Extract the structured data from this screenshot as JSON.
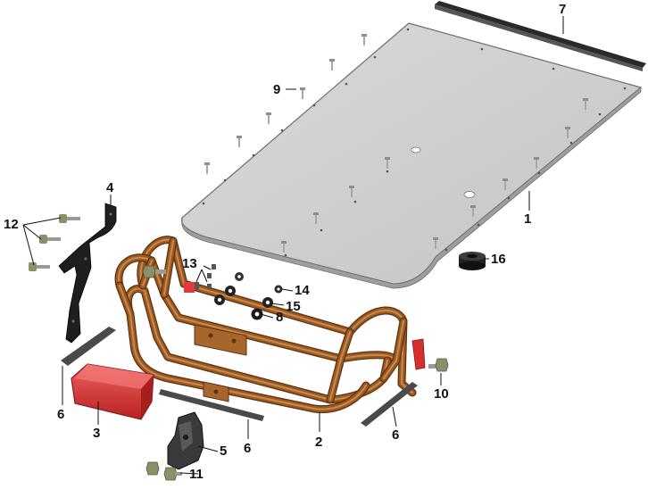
{
  "diagram": {
    "type": "exploded-parts-view",
    "callouts": [
      {
        "id": "c1",
        "label": "1"
      },
      {
        "id": "c2",
        "label": "2"
      },
      {
        "id": "c3",
        "label": "3"
      },
      {
        "id": "c4",
        "label": "4"
      },
      {
        "id": "c5",
        "label": "5"
      },
      {
        "id": "c6a",
        "label": "6"
      },
      {
        "id": "c6b",
        "label": "6"
      },
      {
        "id": "c6c",
        "label": "6"
      },
      {
        "id": "c7",
        "label": "7"
      },
      {
        "id": "c8",
        "label": "8"
      },
      {
        "id": "c9",
        "label": "9"
      },
      {
        "id": "c10",
        "label": "10"
      },
      {
        "id": "c11",
        "label": "11"
      },
      {
        "id": "c12",
        "label": "12"
      },
      {
        "id": "c13",
        "label": "13"
      },
      {
        "id": "c14",
        "label": "14"
      },
      {
        "id": "c15",
        "label": "15"
      },
      {
        "id": "c16",
        "label": "16"
      }
    ],
    "colors": {
      "panel_fill": "#cfd0d1",
      "panel_edge": "#6e6e6e",
      "tube": "#9a5a22",
      "tube_dark": "#5e3210",
      "tube_light": "#c98a4c",
      "strip": "#4a4a4a",
      "lamp": "#d93434",
      "lamp_dark": "#8a1b1b",
      "bracket": "#1e1e1e",
      "bolt_head": "#8c8f6a",
      "screw": "#a8a8a8"
    }
  }
}
